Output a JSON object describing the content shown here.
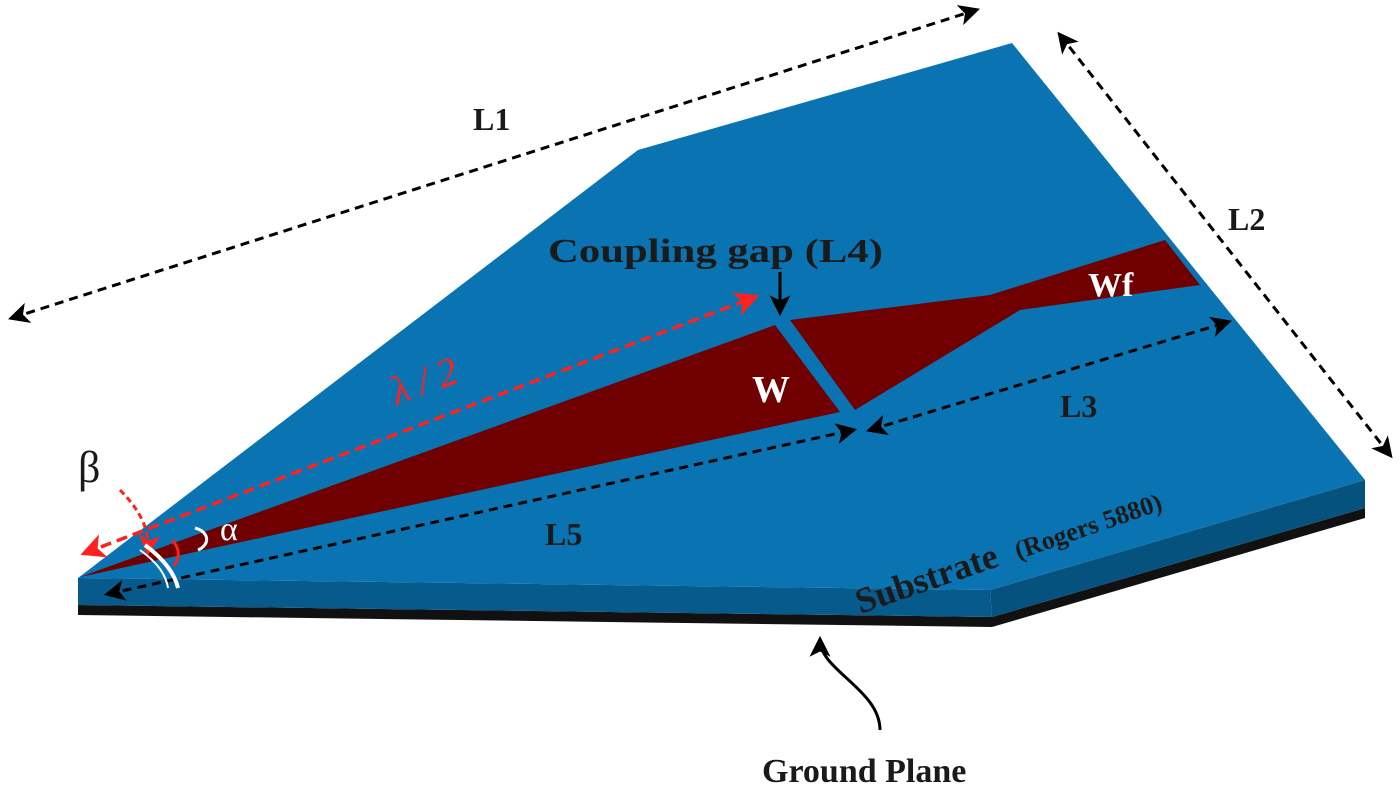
{
  "labels": {
    "l1": "L1",
    "l2": "L2",
    "l3": "L3",
    "l5": "L5",
    "coupling_gap": "Coupling gap (L4)",
    "wf": "Wf",
    "w": "W",
    "half_wavelength": "λ / 2",
    "beta": "β",
    "alpha": "α",
    "substrate": "Substrate",
    "substrate_material": "(Rogers 5880)",
    "ground_plane": "Ground Plane"
  },
  "colors": {
    "substrate_top": "#0a74b2",
    "substrate_side": "#075a8c",
    "strip": "#700000",
    "ground": "#111111",
    "dim_arrow": "#000000",
    "lambda": "#ff2020",
    "label_dark": "#1a1a1a",
    "label_white": "#ffffff"
  }
}
